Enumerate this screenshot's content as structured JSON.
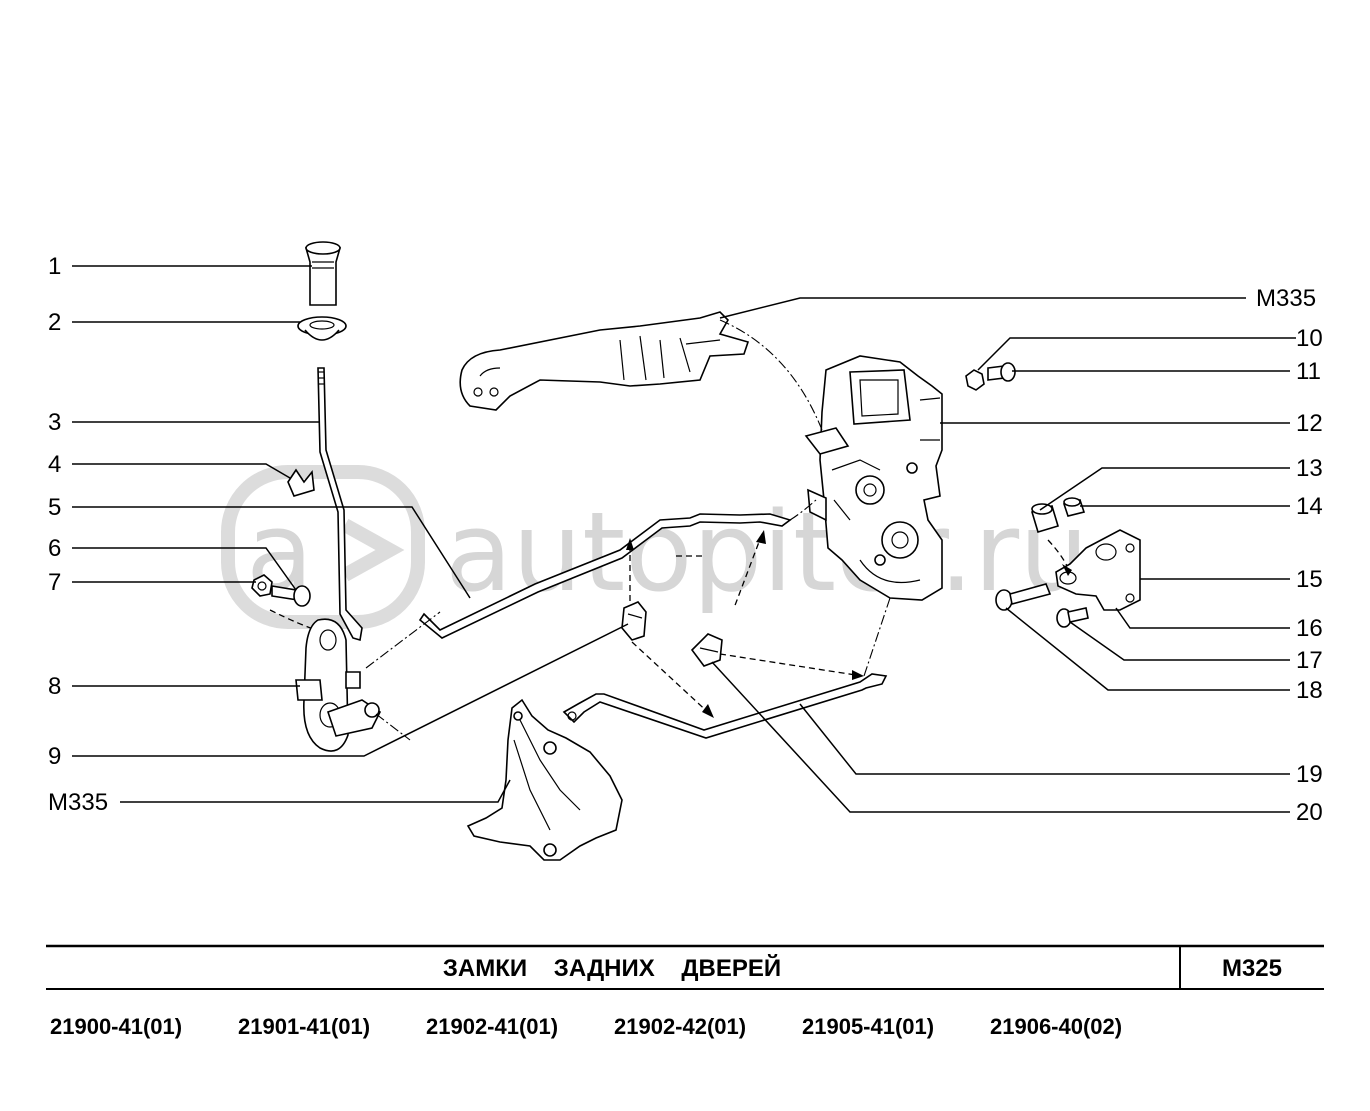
{
  "watermark": "autopiter.ru",
  "callouts": {
    "n1": "1",
    "n2": "2",
    "n3": "3",
    "n4": "4",
    "n5": "5",
    "n6": "6",
    "n7": "7",
    "n8": "8",
    "n9": "9",
    "m335_left": "M335",
    "m335_right": "M335",
    "n10": "10",
    "n11": "11",
    "n12": "12",
    "n13": "13",
    "n14": "14",
    "n15": "15",
    "n16": "16",
    "n17": "17",
    "n18": "18",
    "n19": "19",
    "n20": "20"
  },
  "title_block": {
    "title": "ЗАМКИ    ЗАДНИХ    ДВЕРЕЙ",
    "sheet": "M325",
    "models": [
      "21900-41(01)",
      "21901-41(01)",
      "21902-41(01)",
      "21902-42(01)",
      "21905-41(01)",
      "21906-40(02)"
    ]
  },
  "colors": {
    "line": "#000000",
    "watermark": "#d6d6d6",
    "background": "#ffffff"
  }
}
